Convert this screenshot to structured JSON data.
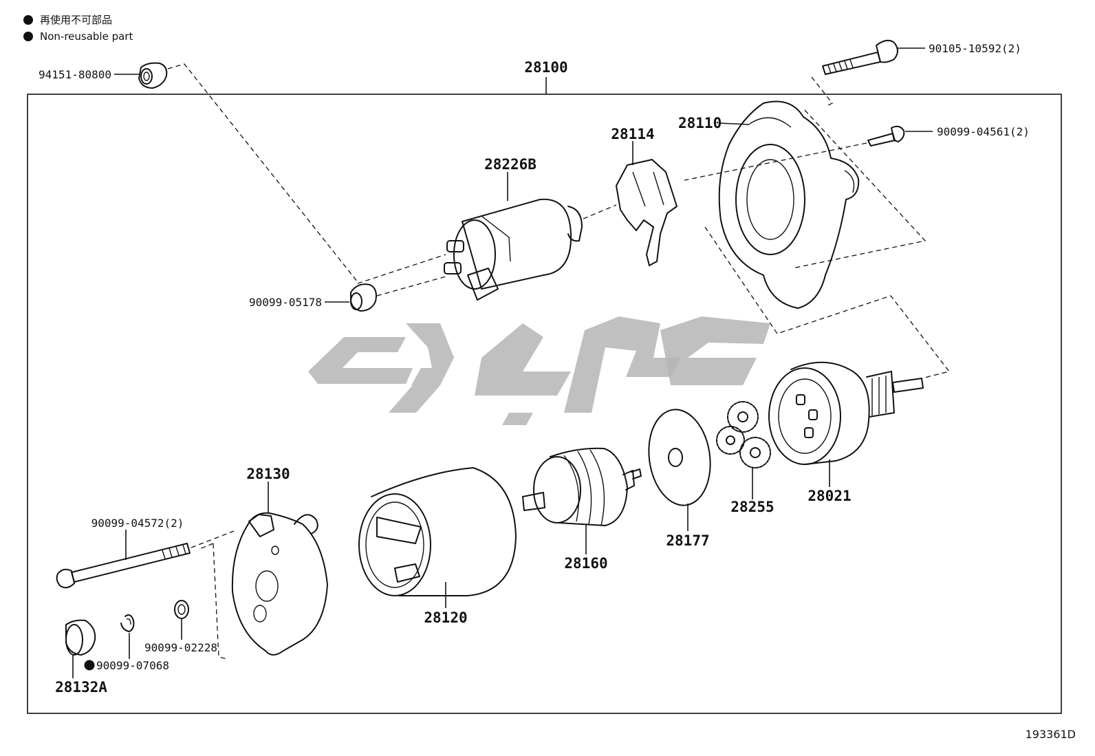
{
  "legend": [
    {
      "marker": "filled-circle",
      "text": "再使用不可部品"
    },
    {
      "marker": "filled-circle",
      "text": "Non-reusable part"
    }
  ],
  "assembly_number": "28100",
  "parts": {
    "p94151": "94151-80800",
    "p90105": "90105-10592(2)",
    "p28110": "28110",
    "p90099_04561": "90099-04561(2)",
    "p28114": "28114",
    "p28226B": "28226B",
    "p90099_05178": "90099-05178",
    "p28130": "28130",
    "p90099_04572": "90099-04572(2)",
    "p90099_02228": "90099-02228",
    "p90099_07068": "90099-07068",
    "p28132A": "28132A",
    "p28120": "28120",
    "p28160": "28160",
    "p28177": "28177",
    "p28255": "28255",
    "p28021": "28021"
  },
  "non_reusable": [
    "p90099_07068"
  ],
  "figure_code": "193361D",
  "colors": {
    "ink": "#111111",
    "watermark": "#b5b5b5",
    "background": "#ffffff"
  }
}
